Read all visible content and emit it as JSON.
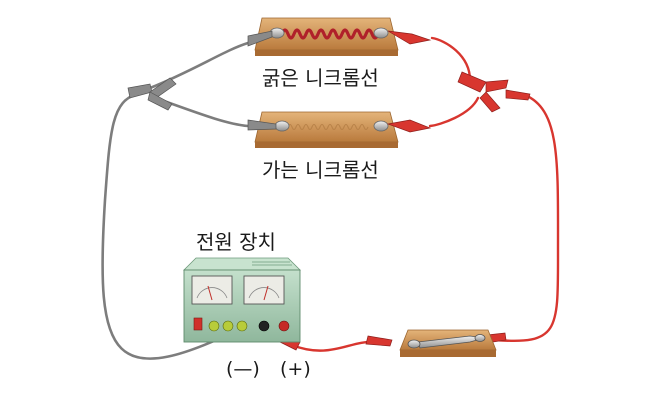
{
  "labels": {
    "thick_wire": "굵은 니크롬선",
    "thin_wire": "가는 니크롬선",
    "power_supply": "전원 장치",
    "negative_terminal": "(—)",
    "positive_terminal": "(+)"
  },
  "colors": {
    "wood_base": "#d6a064",
    "wood_dark": "#b97a3c",
    "thick_coil": "#b3202a",
    "thin_coil": "#c48a55",
    "red_wire": "#d9322f",
    "gray_wire": "#7a7a7a",
    "supply_body": "#a9cbb4"
  }
}
